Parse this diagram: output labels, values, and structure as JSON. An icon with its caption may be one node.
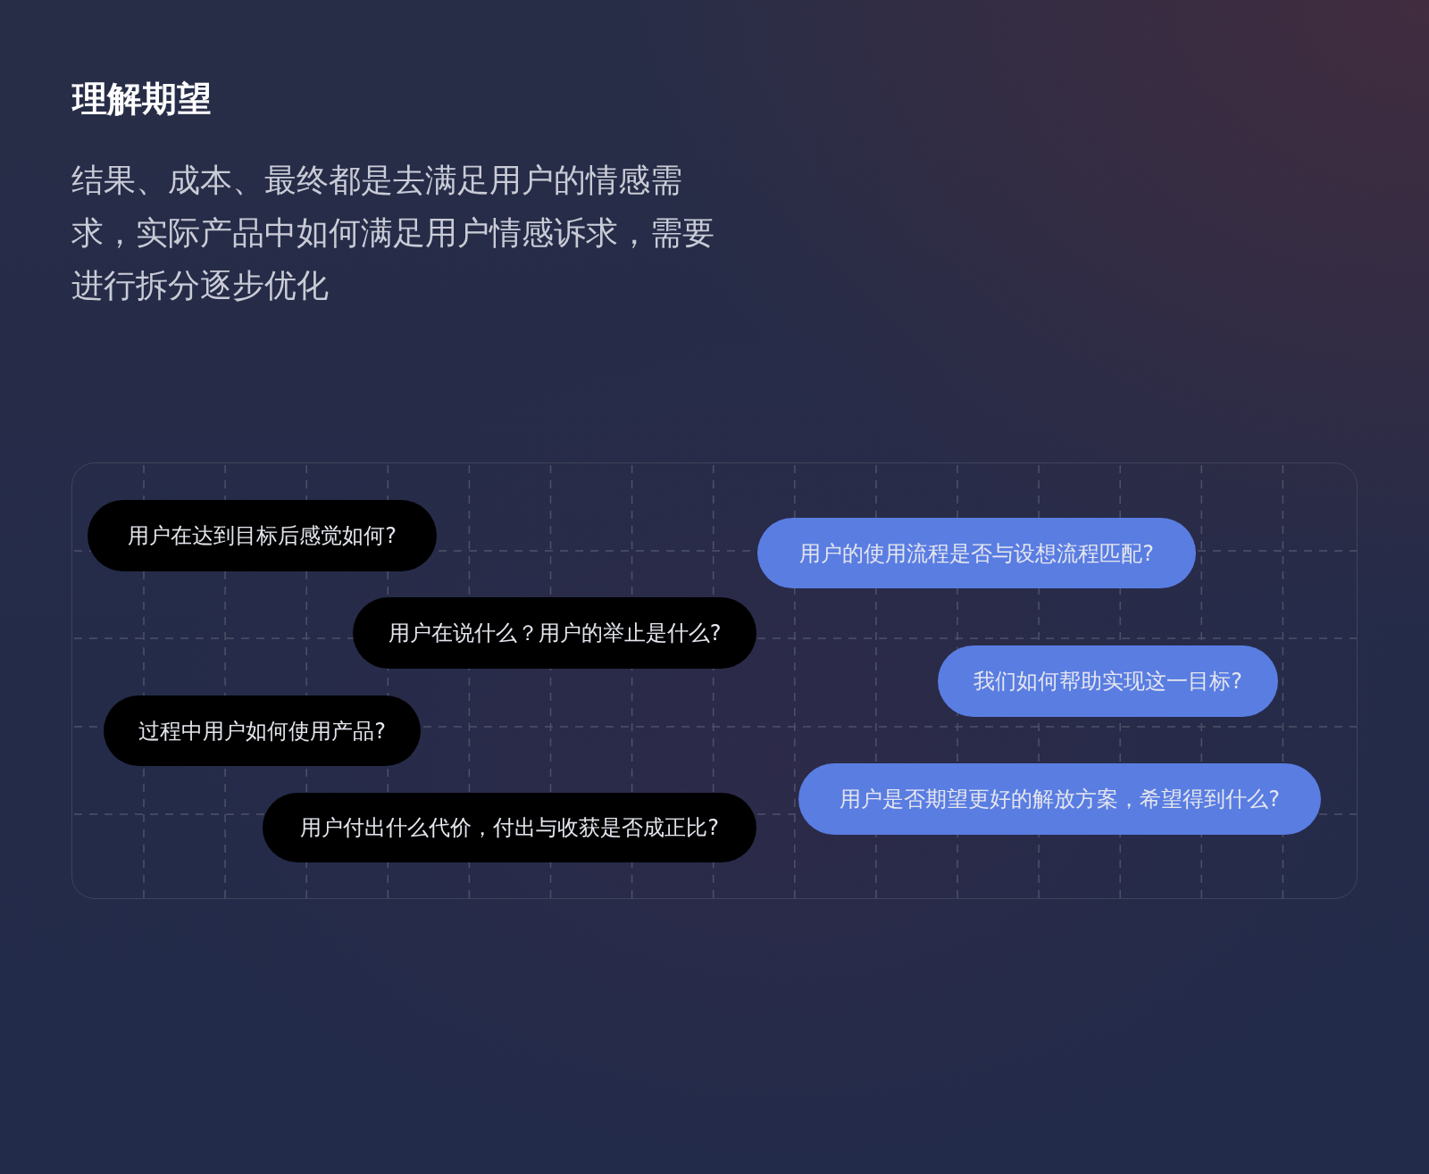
{
  "diagram": {
    "title": "理解期望",
    "nodes": [
      {
        "text": [],
        "shape": "box"
      },
      {
        "text": [
          "用户在达到目标后感觉如何?"
        ],
        "in": 0
      },
      {
        "text": [
          "用户的使用流程是否与设想流程匹配?"
        ],
        "in": 0
      },
      {
        "text": [
          "用户在说什么？用户的举止是什么?"
        ],
        "in": 0
      },
      {
        "text": [
          "我们如何帮助实现这一目标?"
        ],
        "in": 0
      },
      {
        "text": [
          "过程中用户如何使用产品?"
        ],
        "in": 0
      },
      {
        "text": [
          "用户是否期望更好的解放方案，希望得到什么?"
        ],
        "in": 0
      },
      {
        "text": [
          "用户付出什么代价，付出与收获是否成正比?"
        ],
        "in": 0
      }
    ],
    "labels": [
      "结果、成本、最终都是去满足用户的情感需求，实际产品中如何满足用户情感诉求，需要进行拆分逐步优化"
    ]
  }
}
